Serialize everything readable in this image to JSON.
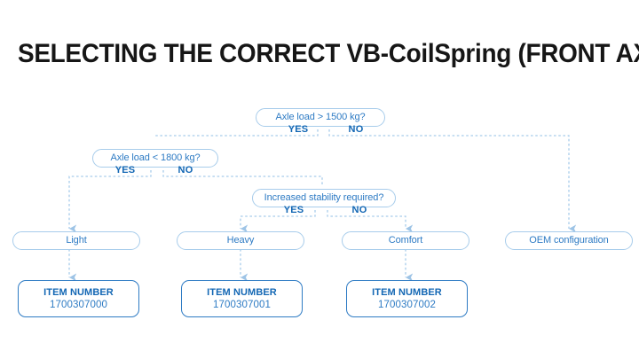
{
  "page": {
    "title": "SELECTING THE CORRECT VB-CoilSpring (FRONT AXLE)",
    "background_color": "#ffffff"
  },
  "colors": {
    "title_text": "#161616",
    "node_border": "#a7cceb",
    "node_text": "#2e7bc4",
    "branch_label": "#1367b4",
    "item_border": "#2e7bc4",
    "connector": "#a7cceb",
    "arrow": "#9ec4e6"
  },
  "flow": {
    "decisions": [
      {
        "id": "decision-axle-load-1500",
        "question": "Axle load > 1500 kg?",
        "yes_label": "YES",
        "no_label": "NO"
      },
      {
        "id": "decision-axle-load-1800",
        "question": "Axle load < 1800 kg?",
        "yes_label": "YES",
        "no_label": "NO"
      },
      {
        "id": "decision-increased-stability",
        "question": "Increased stability required?",
        "yes_label": "YES",
        "no_label": "NO"
      }
    ],
    "results": [
      {
        "id": "result-light",
        "label": "Light"
      },
      {
        "id": "result-heavy",
        "label": "Heavy"
      },
      {
        "id": "result-comfort",
        "label": "Comfort"
      },
      {
        "id": "result-oem",
        "label": "OEM configuration"
      }
    ],
    "items": [
      {
        "id": "item-light",
        "label": "ITEM NUMBER",
        "number": "1700307000"
      },
      {
        "id": "item-heavy",
        "label": "ITEM NUMBER",
        "number": "1700307001"
      },
      {
        "id": "item-comfort",
        "label": "ITEM NUMBER",
        "number": "1700307002"
      }
    ]
  }
}
